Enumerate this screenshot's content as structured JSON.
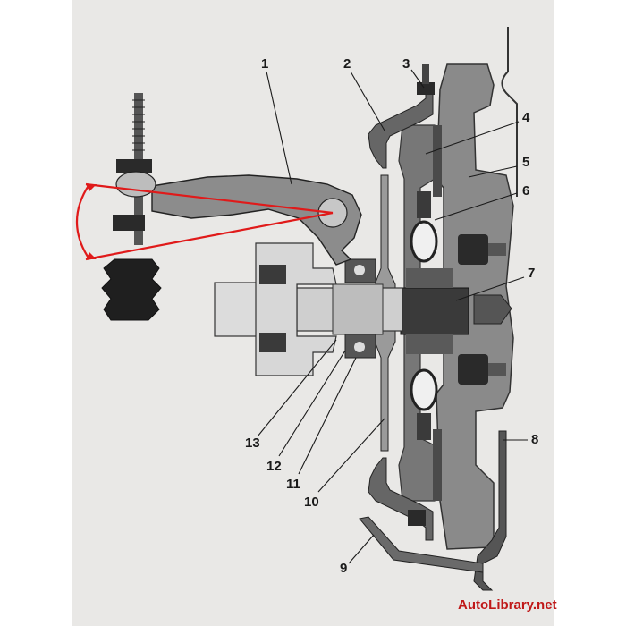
{
  "diagram": {
    "callouts": [
      {
        "id": "1",
        "text": "1"
      },
      {
        "id": "2",
        "text": "2"
      },
      {
        "id": "3",
        "text": "3"
      },
      {
        "id": "4",
        "text": "4"
      },
      {
        "id": "5",
        "text": "5"
      },
      {
        "id": "6",
        "text": "6"
      },
      {
        "id": "7",
        "text": "7"
      },
      {
        "id": "8",
        "text": "8"
      },
      {
        "id": "9",
        "text": "9"
      },
      {
        "id": "10",
        "text": "10"
      },
      {
        "id": "11",
        "text": "11"
      },
      {
        "id": "12",
        "text": "12"
      },
      {
        "id": "13",
        "text": "13"
      }
    ],
    "annotation_color": "#e01a1a"
  },
  "watermark": "AutoLibrary.net"
}
